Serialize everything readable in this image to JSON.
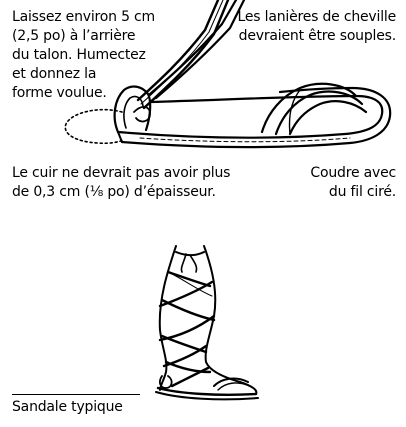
{
  "labels": {
    "heel_note": "Laissez environ 5 cm\n(2,5 po) à l’arrière\ndu talon. Humectez\net donnez la\nforme voulue.",
    "ankle_straps": "Les lanières de cheville\ndevraient être souples.",
    "thickness": "Le cuir ne devrait pas avoir plus\nde 0,3 cm (⅛ po) d’épaisseur.",
    "sew": "Coudre avec\ndu fil ciré.",
    "caption": "Sandale typique"
  }
}
